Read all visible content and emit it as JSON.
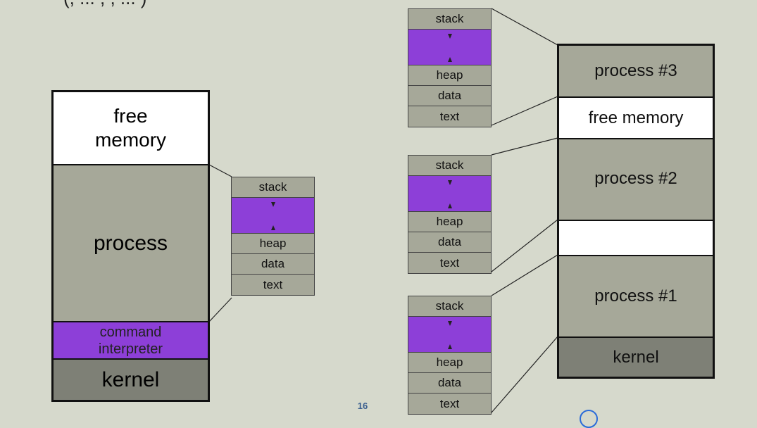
{
  "header_fragment": "(, ... , , ... )",
  "single_tasking": {
    "segments": {
      "free_memory": "free\nmemory",
      "process": "process",
      "command_interpreter": "command\ninterpreter",
      "kernel": "kernel"
    },
    "stack_detail": [
      "stack",
      "heap",
      "data",
      "text"
    ]
  },
  "multi_tasking": {
    "segments": {
      "process3": "process #3",
      "free_memory": "free memory",
      "process2": "process #2",
      "empty": "",
      "process1": "process #1",
      "kernel": "kernel"
    },
    "stack_details": [
      [
        "stack",
        "heap",
        "data",
        "text"
      ],
      [
        "stack",
        "heap",
        "data",
        "text"
      ],
      [
        "stack",
        "heap",
        "data",
        "text"
      ]
    ]
  },
  "page_number": "16",
  "colors": {
    "background": "#d6d9cc",
    "process_gray": "#a6a899",
    "kernel_gray": "#7e8076",
    "purple": "#8d3fd8",
    "white": "#ffffff"
  }
}
